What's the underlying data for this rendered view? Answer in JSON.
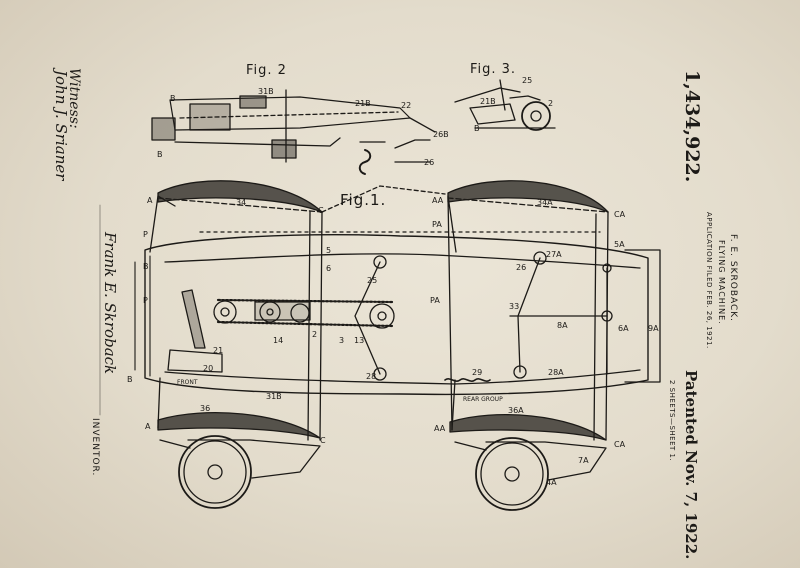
{
  "patent": {
    "number": "1,434,922.",
    "inventor_name": "F. E. SKROBACK.",
    "title": "FLYING MACHINE.",
    "application": "APPLICATION FILED FEB. 26, 1921.",
    "patented": "Patented Nov. 7, 1922.",
    "sheets": "2 SHEETS—SHEET 1."
  },
  "figures": {
    "fig1": "Fig.1.",
    "fig2": "Fig. 2",
    "fig3": "Fig. 3."
  },
  "signatures": {
    "witness_label": "Witness:",
    "witness_name": "John J. Srianer",
    "inventor_signature": "Frank E. Skroback",
    "inventor_label": "INVENTOR."
  },
  "annotations": {
    "front": "FRONT",
    "rear_group": "REAR GROUP"
  },
  "reference_labels": {
    "l_A": "A",
    "l_P1": "P",
    "l_B1": "B",
    "l_P2": "P",
    "l_B2": "B",
    "l_A2": "A",
    "l_34": "34",
    "l_C": "C",
    "l_36": "36",
    "l_C2": "C",
    "l_AA": "AA",
    "l_PA": "PA",
    "l_PA2": "PA",
    "l_AA2": "AA",
    "l_34A": "34A",
    "l_CA": "CA",
    "l_5A": "5A",
    "l_6A": "6A",
    "l_9A": "9A",
    "l_36A": "36A",
    "l_CA2": "CA",
    "l_7A": "7A",
    "l_4A": "4A",
    "l_27A": "27A",
    "l_26": "26",
    "l_33": "33",
    "l_8A": "8A",
    "l_28A": "28A",
    "l_29": "29",
    "l_31B": "31B",
    "l_5": "5",
    "l_6": "6",
    "l_2": "2",
    "l_3": "3",
    "l_13": "13",
    "l_14": "14",
    "l_20": "20",
    "l_21": "21",
    "l_25": "25",
    "l_28": "28",
    "f2_B": "B",
    "f2_31B": "31B",
    "f2_21B": "21B",
    "f2_22": "22",
    "f2_26B": "26B",
    "f2_26": "26",
    "f2_B2": "B",
    "f3_25": "25",
    "f3_21B": "21B",
    "f3_2": "2",
    "f3_B": "B"
  },
  "colors": {
    "paper": "#e6dfd0",
    "ink": "#1c1a17"
  }
}
